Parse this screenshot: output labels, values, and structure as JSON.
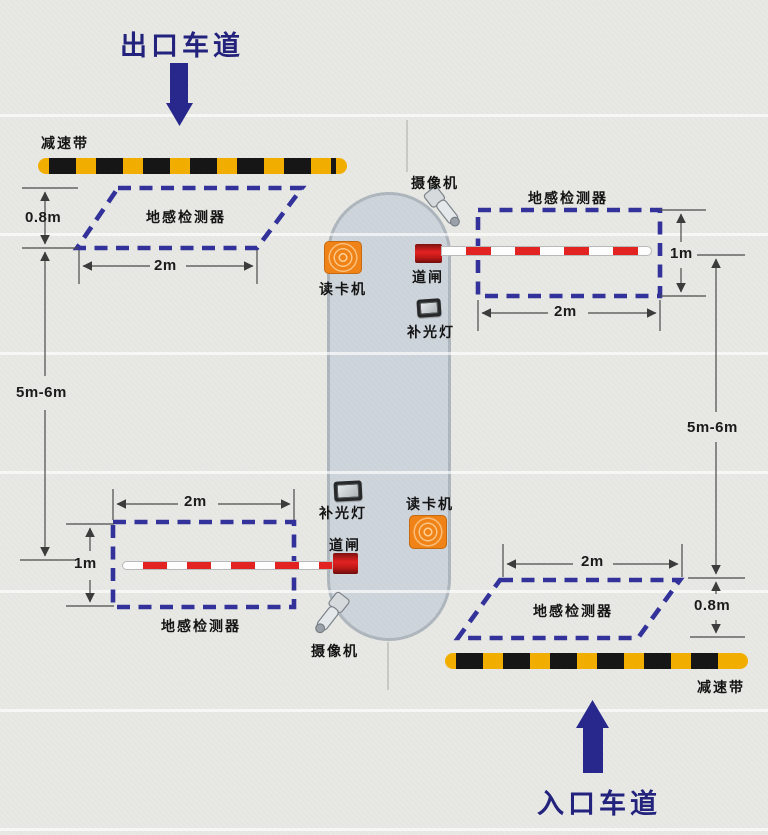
{
  "titles": {
    "exit_lane": "出口车道",
    "entry_lane": "入口车道"
  },
  "labels": {
    "speed_bump": "减速带",
    "ground_detector": "地感检测器",
    "camera": "摄像机",
    "card_reader": "读卡机",
    "barrier_gate": "道闸",
    "fill_light": "补光灯"
  },
  "dimensions": {
    "bump_offset": "0.8m",
    "loop_width": "2m",
    "loop_height": "1m",
    "lane_span": "5m-6m"
  },
  "colors": {
    "title_navy": "#23237e",
    "arrow_navy": "#28288c",
    "dash_blue": "#32329a",
    "bump_yellow": "#f2ae00",
    "barrier_red": "#e32222",
    "reader_orange": "#f08318",
    "island_fill": "#cdd4db"
  }
}
